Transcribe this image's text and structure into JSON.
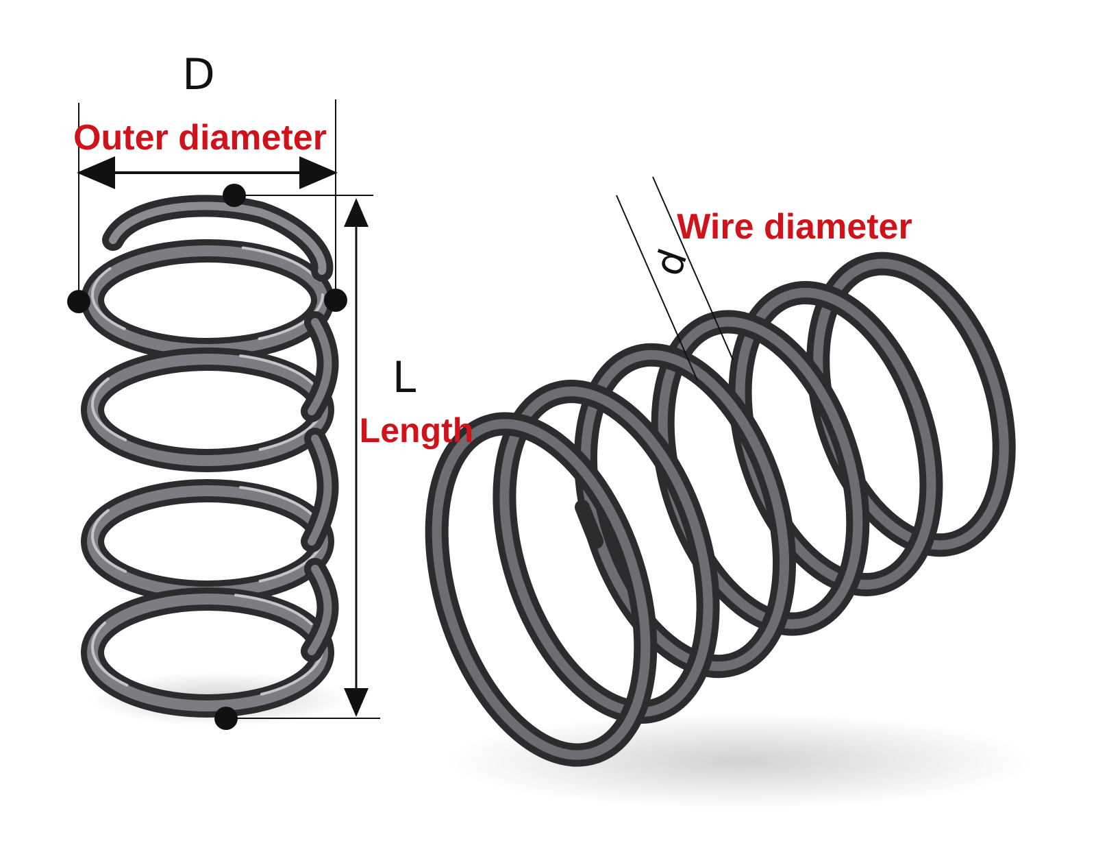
{
  "labels": {
    "outer_symbol": "D",
    "outer_text": "Outer diameter",
    "length_symbol": "L",
    "length_text": "Length",
    "wire_symbol": "d",
    "wire_text": "Wire diameter"
  },
  "colors": {
    "background": "#ffffff",
    "label_red": "#d0121b",
    "symbol": "#111111",
    "line": "#111111",
    "spring_dark": "#2c2c2e",
    "spring_mid": "#5f6064",
    "spring_light": "#a9abb0"
  },
  "figures": {
    "left_spring": "compression-spring-vertical",
    "right_spring": "compression-spring-angled"
  }
}
